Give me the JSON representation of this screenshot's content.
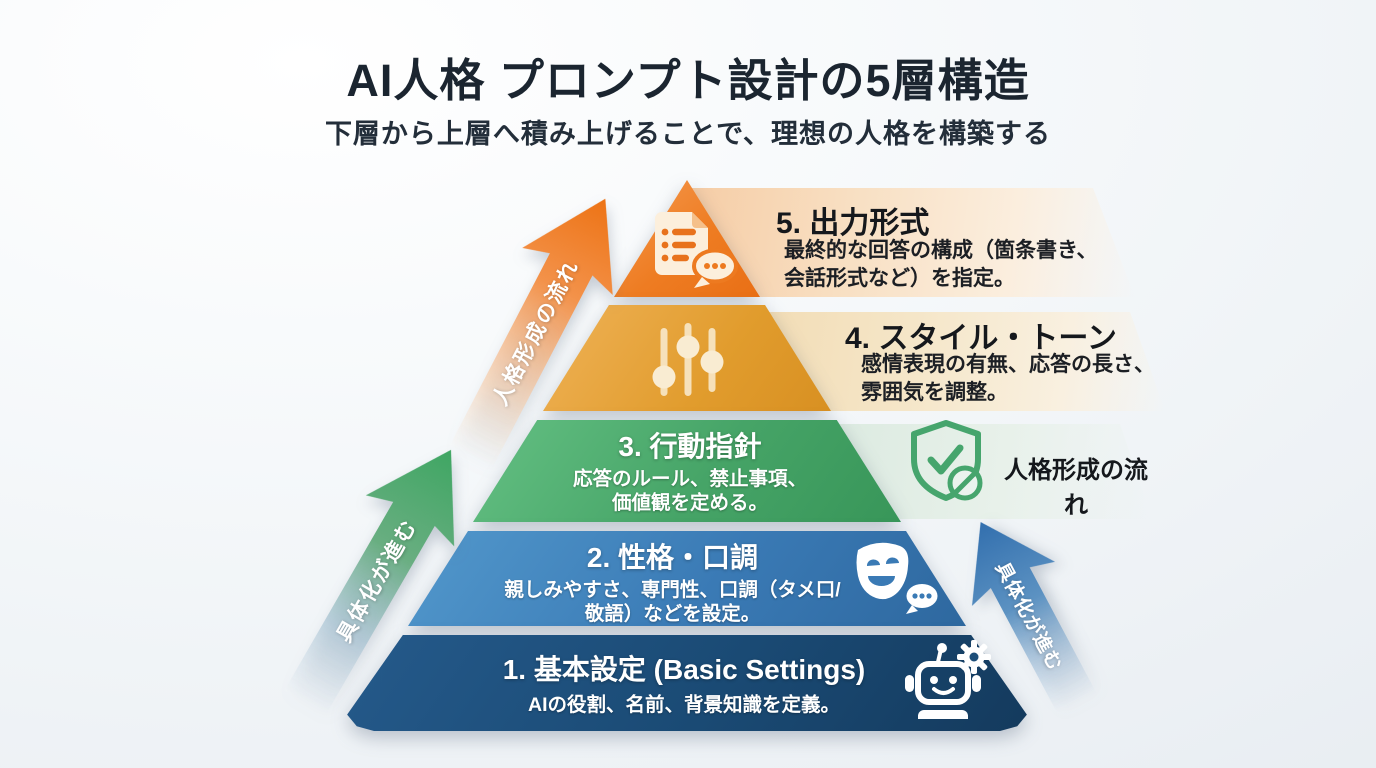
{
  "header": {
    "title": "AI人格 プロンプト設計の5層構造",
    "subtitle": "下層から上層へ積み上げることで、理想の人格を構築する"
  },
  "pyramid": {
    "layer5": {
      "title": "5. 出力形式",
      "desc1": "最終的な回答の構成（箇条書き、",
      "desc2": "会話形式など）を指定。",
      "color": "#ee7c22",
      "icon": "document-list-chat-icon"
    },
    "layer4": {
      "title": "4. スタイル・トーン",
      "desc1": "感情表現の有無、応答の長さ、",
      "desc2": "雰囲気を調整。",
      "color": "#e19c2d",
      "icon": "sliders-icon"
    },
    "layer3": {
      "title": "3. 行動指針",
      "desc1": "応答のルール、禁止事項、",
      "desc2": "価値観を定める。",
      "color": "#46a467",
      "icon": "shield-check-ban-icon"
    },
    "layer2": {
      "title": "2. 性格・口調",
      "desc1": "親しみやすさ、専門性、口調（タメ口/",
      "desc2": "敬語）などを設定。",
      "color": "#3a7ab5",
      "icon": "theater-mask-chat-icon"
    },
    "layer1": {
      "title": "1. 基本設定 (Basic Settings)",
      "desc1": "AIの役割、名前、背景知識を定義。",
      "desc2": "",
      "color": "#1a4a74",
      "icon": "robot-gear-icon"
    }
  },
  "annotations": {
    "flow_arrow": {
      "label": "人格形成の流れ",
      "color": "#ee7b1f"
    },
    "left_concretize_arrow": {
      "label": "具体化が進む",
      "color": "#47a566"
    },
    "right_concretize_arrow": {
      "label": "具体化が進む",
      "color": "#3a77b5"
    },
    "shield_note": {
      "label": "人格形成の流れ"
    }
  }
}
